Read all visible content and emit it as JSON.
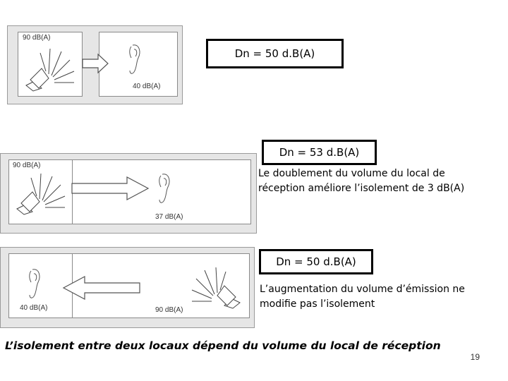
{
  "scenarios": [
    {
      "dn_label": "Dn = 50 d.B(A)",
      "emission_level": "90 dB(A)",
      "reception_level": "40 dB(A)",
      "note_lines": []
    },
    {
      "dn_label": "Dn = 53 d.B(A)",
      "emission_level": "90 dB(A)",
      "reception_level": "37 dB(A)",
      "note_lines": [
        "Le doublement du volume du local de",
        "réception améliore l’isolement de 3 dB(A)"
      ]
    },
    {
      "dn_label": "Dn = 50 d.B(A)",
      "emission_level": "90 dB(A)",
      "reception_level": "40 dB(A)",
      "note_lines": [
        "L’augmentation du volume d’émission ne",
        "modifie pas l’isolement"
      ]
    }
  ],
  "conclusion": "L’isolement entre deux locaux dépend du volume du local de réception",
  "page_number": "19",
  "icons": [
    "loudspeaker-icon",
    "ear-icon",
    "arrow-right-icon",
    "arrow-left-icon"
  ]
}
